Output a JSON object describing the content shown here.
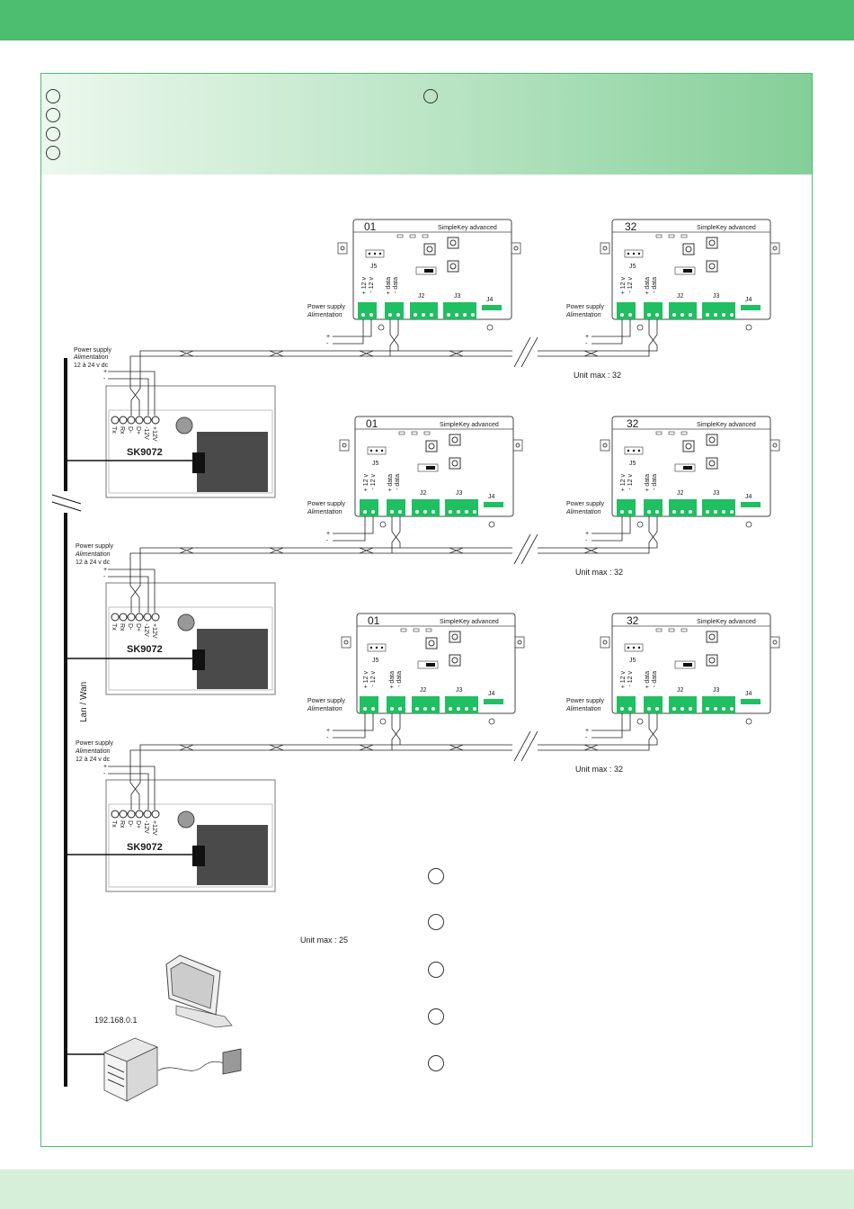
{
  "colors": {
    "brand_green": "#4dbe70",
    "connector_green": "#1fbf62",
    "light_green": "#d6efd9"
  },
  "controllers": [
    {
      "model": "SK9072",
      "terminals": [
        "Tx",
        "Rx",
        "D-",
        "D+",
        "-12V",
        "+12V"
      ]
    },
    {
      "model": "SK9072",
      "terminals": [
        "Tx",
        "Rx",
        "D-",
        "D+",
        "-12V",
        "+12V"
      ]
    },
    {
      "model": "SK9072",
      "terminals": [
        "Tx",
        "Rx",
        "D-",
        "D+",
        "-12V",
        "+12V"
      ]
    }
  ],
  "controller_power": {
    "line1": "Power supply",
    "line2": "Alimentation",
    "line3": "12 à 24 v dc",
    "plus": "+",
    "minus": "-"
  },
  "reader": {
    "title": "SimpleKey advanced",
    "first_number": "01",
    "last_number": "32",
    "j5": "J5",
    "j2": "J2",
    "j3": "J3",
    "j4": "J4",
    "pwr_plus": "+ 12 v",
    "pwr_minus": "- 12 v",
    "data_plus": "+ data",
    "data_minus": "- data",
    "supply_line1": "Power supply",
    "supply_line2": "Alimentation",
    "plus": "+",
    "minus": "-"
  },
  "unit_max_bus": "Unit max : 32",
  "unit_max_network": "Unit max : 25",
  "network_label": "Lan / Wan",
  "pc_ip": "192.168.0.1"
}
